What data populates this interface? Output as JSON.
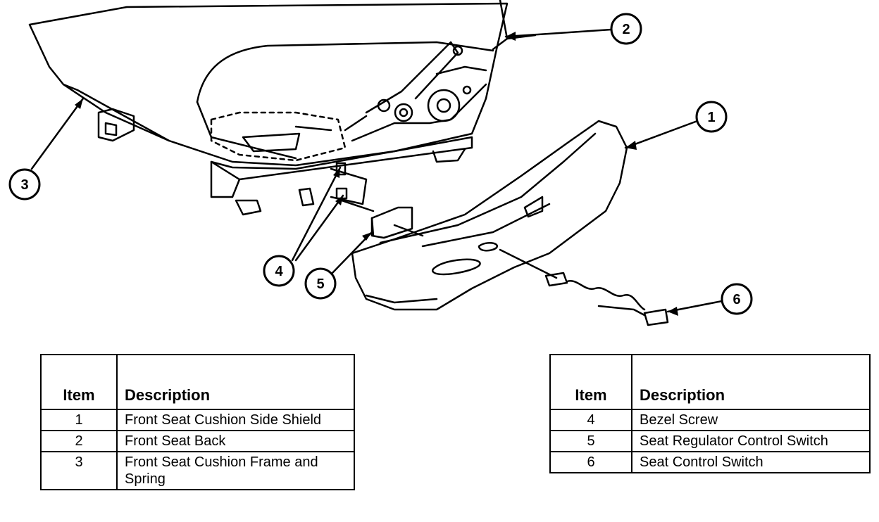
{
  "callouts": [
    {
      "id": "1"
    },
    {
      "id": "2"
    },
    {
      "id": "3"
    },
    {
      "id": "4"
    },
    {
      "id": "5"
    },
    {
      "id": "6"
    }
  ],
  "legend_left": {
    "headers": {
      "item": "Item",
      "description": "Description"
    },
    "rows": [
      {
        "item": "1",
        "description": "Front Seat Cushion Side Shield"
      },
      {
        "item": "2",
        "description": "Front Seat Back"
      },
      {
        "item": "3",
        "description": "Front Seat Cushion Frame and Spring"
      }
    ]
  },
  "legend_right": {
    "headers": {
      "item": "Item",
      "description": "Description"
    },
    "rows": [
      {
        "item": "4",
        "description": "Bezel Screw"
      },
      {
        "item": "5",
        "description": "Seat Regulator Control Switch"
      },
      {
        "item": "6",
        "description": "Seat Control Switch"
      }
    ]
  }
}
